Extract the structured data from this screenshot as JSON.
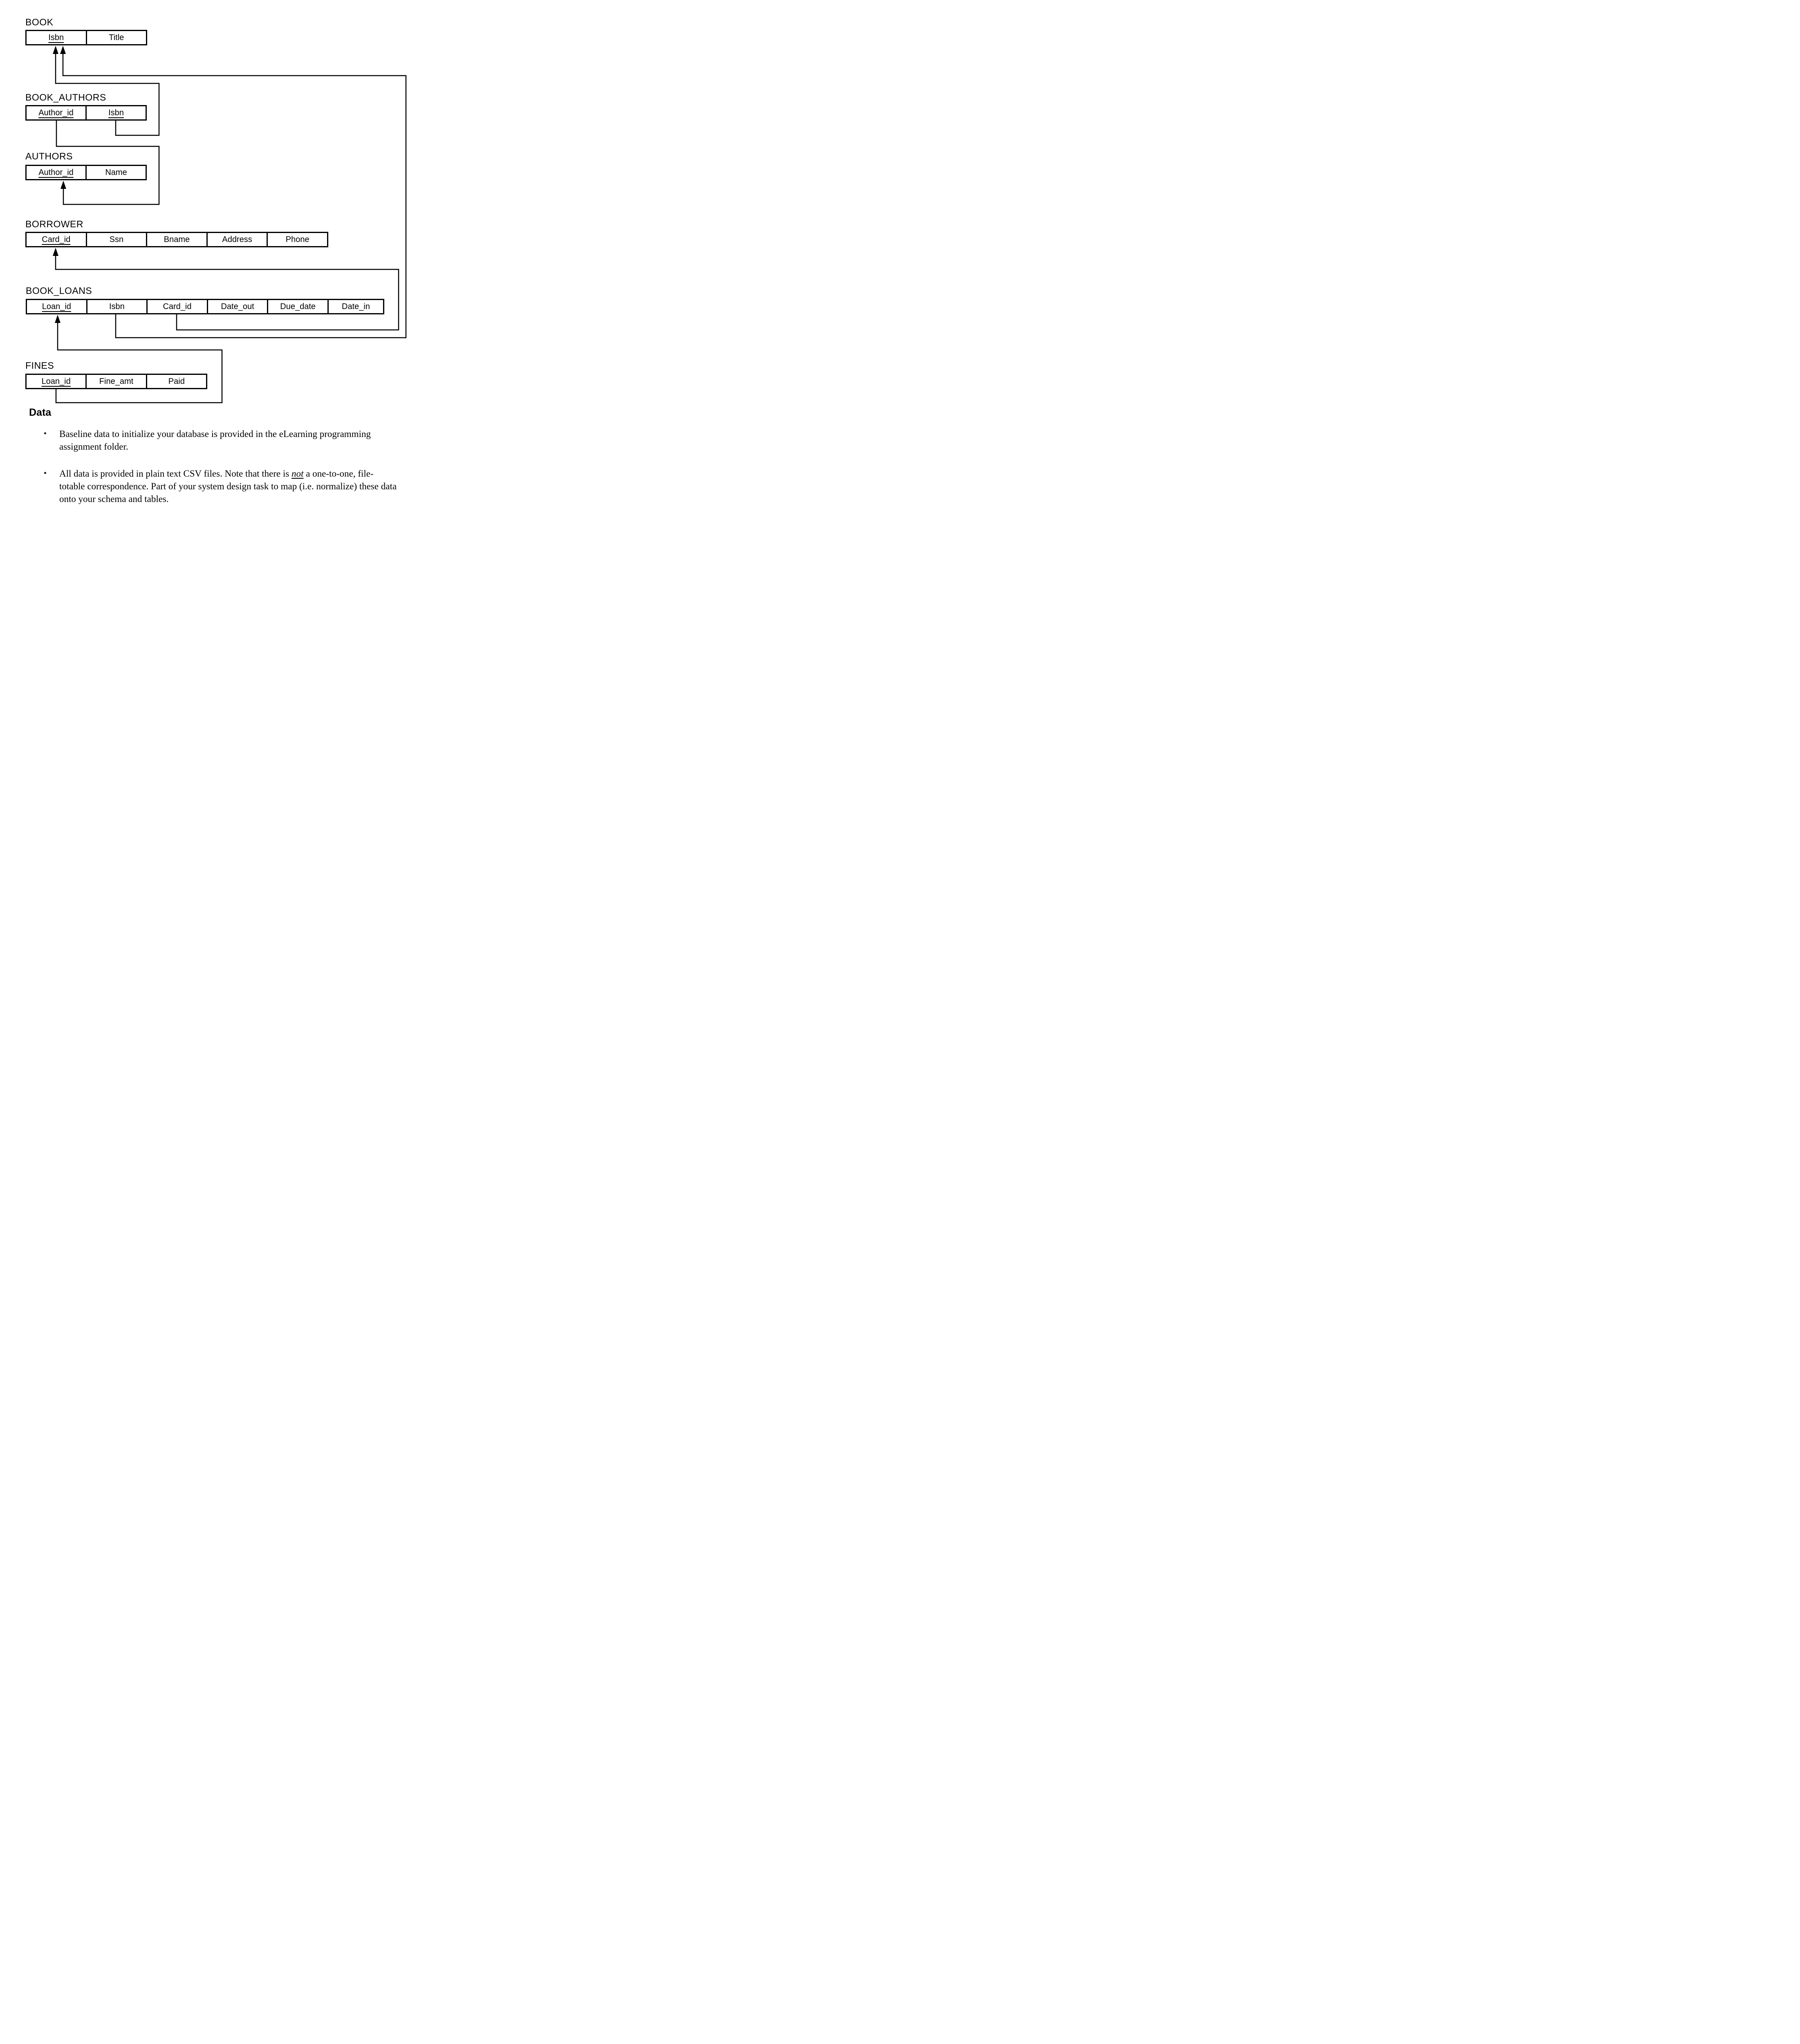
{
  "colors": {
    "ink": "#000000",
    "background": "#ffffff"
  },
  "diagram": {
    "tables": {
      "book": {
        "label": "BOOK",
        "columns": [
          {
            "text": "Isbn",
            "key": true
          },
          {
            "text": "Title",
            "key": false
          }
        ]
      },
      "book_authors": {
        "label": "BOOK_AUTHORS",
        "columns": [
          {
            "text": "Author_id",
            "key": true
          },
          {
            "text": "Isbn",
            "key": true
          }
        ]
      },
      "authors": {
        "label": "AUTHORS",
        "columns": [
          {
            "text": "Author_id",
            "key": true
          },
          {
            "text": "Name",
            "key": false
          }
        ]
      },
      "borrower": {
        "label": "BORROWER",
        "columns": [
          {
            "text": "Card_id",
            "key": true
          },
          {
            "text": "Ssn",
            "key": false
          },
          {
            "text": "Bname",
            "key": false
          },
          {
            "text": "Address",
            "key": false
          },
          {
            "text": "Phone",
            "key": false
          }
        ]
      },
      "book_loans": {
        "label": "BOOK_LOANS",
        "columns": [
          {
            "text": "Loan_id",
            "key": true
          },
          {
            "text": "Isbn",
            "key": false
          },
          {
            "text": "Card_id",
            "key": false
          },
          {
            "text": "Date_out",
            "key": false
          },
          {
            "text": "Due_date",
            "key": false
          },
          {
            "text": "Date_in",
            "key": false
          }
        ]
      },
      "fines": {
        "label": "FINES",
        "columns": [
          {
            "text": "Loan_id",
            "key": true
          },
          {
            "text": "Fine_amt",
            "key": false
          },
          {
            "text": "Paid",
            "key": false
          }
        ]
      }
    },
    "foreign_keys": [
      "BOOK_AUTHORS.Isbn → BOOK.Isbn",
      "BOOK_LOANS.Isbn → BOOK.Isbn",
      "BOOK_AUTHORS.Author_id → AUTHORS.Author_id",
      "BOOK_LOANS.Card_id → BORROWER.Card_id",
      "FINES.Loan_id → BOOK_LOANS.Loan_id"
    ]
  },
  "data_section": {
    "heading": "Data",
    "bullet_marker": "•",
    "bullets": {
      "b1": {
        "line1": "Baseline data to initialize your database is provided in the eLearning programming",
        "line2": "assignment folder."
      },
      "b2": {
        "line1_pre": "All data is provided in plain text CSV files. Note that there is ",
        "line1_em": "not",
        "line1_post": " a one-to-one, file-",
        "line2": "totable correspondence. Part of your system design task to map (i.e. normalize) these data",
        "line3": "onto your schema and tables."
      }
    }
  }
}
